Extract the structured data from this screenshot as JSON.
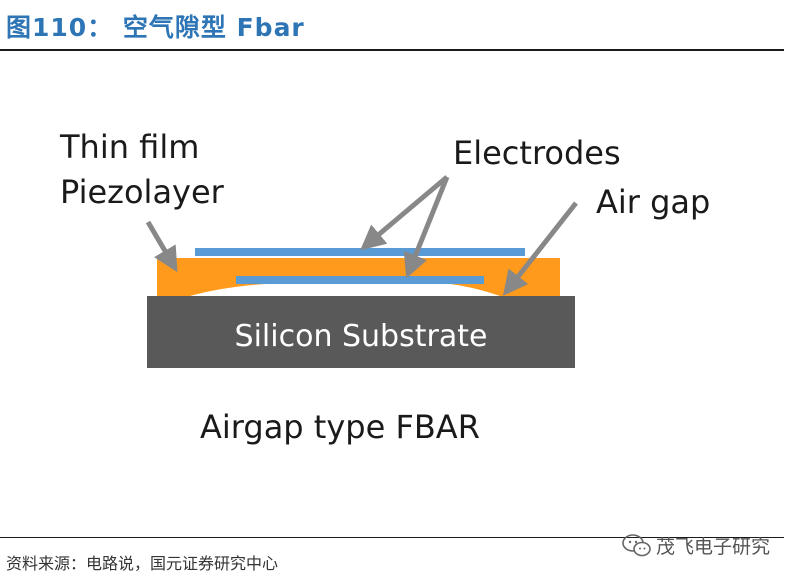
{
  "header": {
    "title": "图110：  空气隙型 Fbar"
  },
  "diagram": {
    "labels": {
      "piezo_line1": "Thin film",
      "piezo_line2": "Piezolayer",
      "electrodes": "Electrodes",
      "air_gap": "Air gap",
      "substrate": "Silicon Substrate",
      "caption": "Airgap type FBAR"
    },
    "colors": {
      "piezo": "#ff9a1c",
      "electrode": "#5b9bd5",
      "substrate": "#595959",
      "arrow": "#888888",
      "title": "#2e75b6"
    }
  },
  "footer": {
    "source": "资料来源：电路说，国元证券研究中心",
    "watermark": "茂飞电子研究",
    "watermark_icon": "wechat-icon"
  }
}
